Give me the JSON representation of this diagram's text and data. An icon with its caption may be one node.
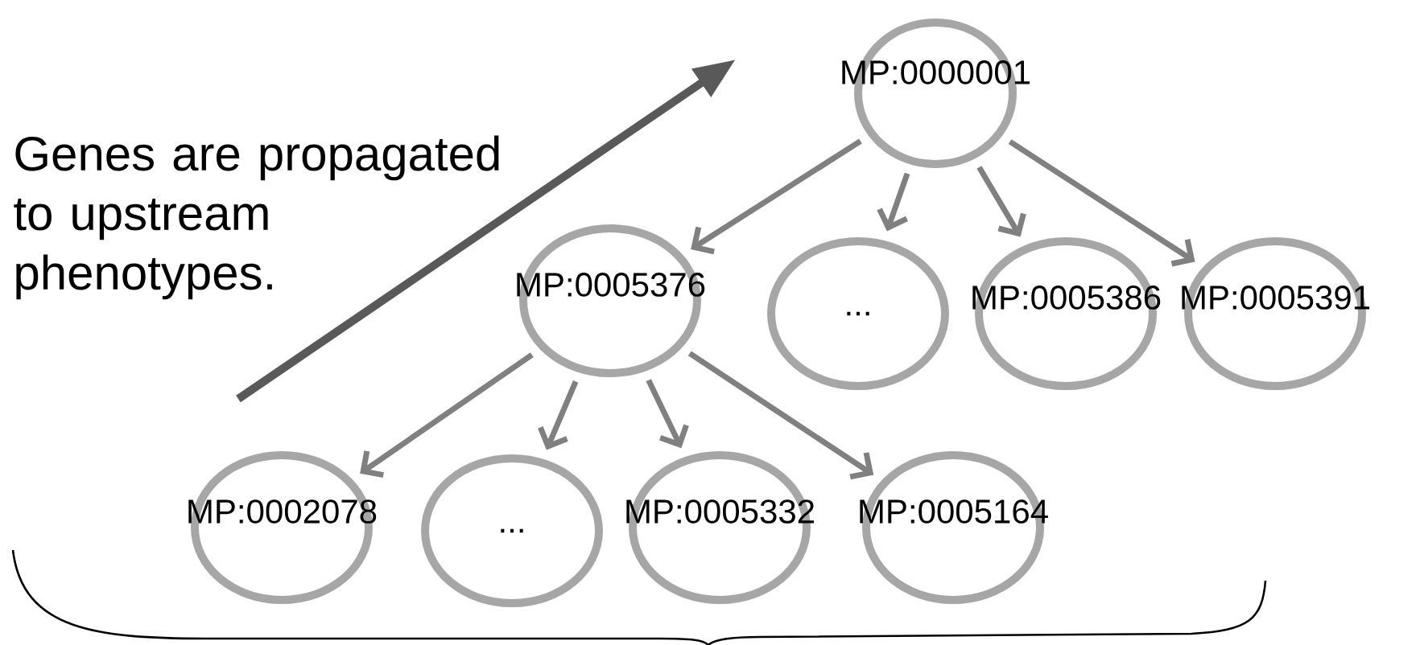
{
  "diagram": {
    "nodes": [
      {
        "text": [
          "MP:0000001"
        ]
      },
      {
        "text": [
          "MP:0005376"
        ]
      },
      {
        "text": [
          "..."
        ]
      },
      {
        "text": [
          "MP:0005386"
        ]
      },
      {
        "text": [
          "MP:0005391"
        ]
      },
      {
        "text": [
          "MP:0002078"
        ]
      },
      {
        "text": [
          "..."
        ]
      },
      {
        "text": [
          "MP:0005332"
        ]
      },
      {
        "text": [
          "MP:0005164"
        ]
      }
    ],
    "edges": [
      {
        "from": 0,
        "to": 1,
        "arrow": "to"
      },
      {
        "from": 0,
        "to": 2,
        "arrow": "to"
      },
      {
        "from": 0,
        "to": 3,
        "arrow": "to"
      },
      {
        "from": 0,
        "to": 4,
        "arrow": "to"
      },
      {
        "from": 1,
        "to": 5,
        "arrow": "to"
      },
      {
        "from": 1,
        "to": 6,
        "arrow": "to"
      },
      {
        "from": 1,
        "to": 7,
        "arrow": "to"
      },
      {
        "from": 1,
        "to": 8,
        "arrow": "to"
      }
    ],
    "labels": [
      "Genes are propagated to upstream phenotypes."
    ]
  }
}
